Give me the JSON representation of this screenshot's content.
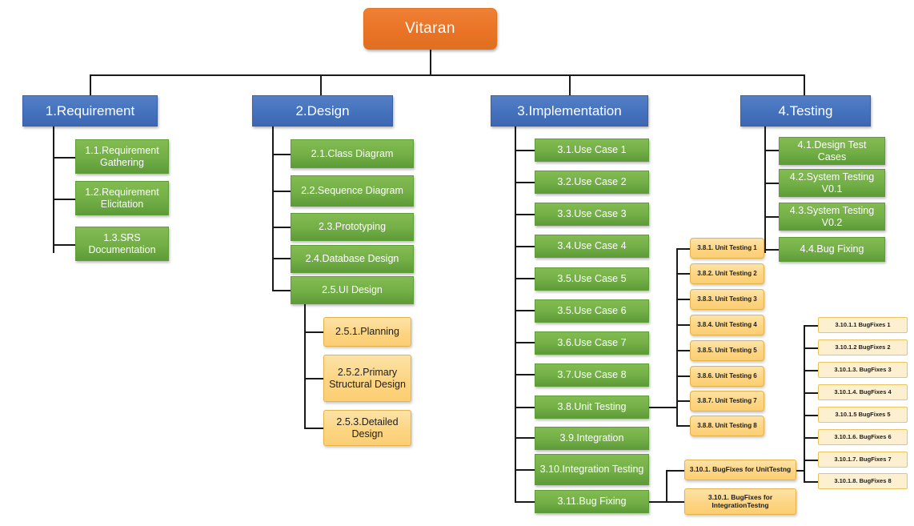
{
  "diagram": {
    "title": "Vitaran",
    "type": "work-breakdown-structure",
    "colors": {
      "root": "#ea7326",
      "level1": "#4674bf",
      "level2": "#74b047",
      "level3": "#fcd583",
      "connector": "#1a1a1a",
      "background": "#ffffff"
    },
    "root": {
      "label": "Vitaran"
    },
    "branches": [
      {
        "label": "1.Requirement",
        "children": [
          {
            "label": "1.1.Requirement Gathering"
          },
          {
            "label": "1.2.Requirement Elicitation"
          },
          {
            "label": "1.3.SRS Documentation"
          }
        ]
      },
      {
        "label": "2.Design",
        "children": [
          {
            "label": "2.1.Class Diagram"
          },
          {
            "label": "2.2.Sequence Diagram"
          },
          {
            "label": "2.3.Prototyping"
          },
          {
            "label": "2.4.Database Design"
          },
          {
            "label": "2.5.UI Design"
          }
        ],
        "subchildren": [
          {
            "label": "2.5.1.Planning"
          },
          {
            "label": "2.5.2.Primary Structural Design"
          },
          {
            "label": "2.5.3.Detailed Design"
          }
        ]
      },
      {
        "label": "3.Implementation",
        "children": [
          {
            "label": "3.1.Use Case 1"
          },
          {
            "label": "3.2.Use Case 2"
          },
          {
            "label": "3.3.Use Case 3"
          },
          {
            "label": "3.4.Use Case 4"
          },
          {
            "label": "3.5.Use Case 5"
          },
          {
            "label": "3.5.Use Case 6"
          },
          {
            "label": "3.6.Use Case 7"
          },
          {
            "label": "3.7.Use Case 8"
          },
          {
            "label": "3.8.Unit Testing"
          },
          {
            "label": "3.9.Integration"
          },
          {
            "label": "3.10.Integration Testing"
          },
          {
            "label": "3.11.Bug Fixing"
          }
        ]
      },
      {
        "label": "4.Testing",
        "children": [
          {
            "label": "4.1.Design Test Cases"
          },
          {
            "label": "4.2.System Testing V0.1"
          },
          {
            "label": "4.3.System Testing V0.2"
          },
          {
            "label": "4.4.Bug Fixing"
          }
        ]
      }
    ],
    "unit_testing_children": [
      {
        "label": "3.8.1. Unit Testing 1"
      },
      {
        "label": "3.8.2. Unit Testing 2"
      },
      {
        "label": "3.8.3. Unit Testing 3"
      },
      {
        "label": "3.8.4. Unit Testing 4"
      },
      {
        "label": "3.8.5. Unit Testing 5"
      },
      {
        "label": "3.8.6. Unit Testing 6"
      },
      {
        "label": "3.8.7. Unit Testing 7"
      },
      {
        "label": "3.8.8. Unit Testing 8"
      }
    ],
    "bug_fixing_children": [
      {
        "label": "3.10.1. BugFixes for UnitTestng"
      },
      {
        "label": "3.10.1. BugFixes for IntegrationTestng"
      }
    ],
    "bugfix_leaves": [
      {
        "label": "3.10.1.1 BugFixes 1"
      },
      {
        "label": "3.10.1.2 BugFixes 2"
      },
      {
        "label": "3.10.1.3. BugFixes 3"
      },
      {
        "label": "3.10.1.4. BugFixes 4"
      },
      {
        "label": "3.10.1.5 BugFixes 5"
      },
      {
        "label": "3.10.1.6. BugFixes 6"
      },
      {
        "label": "3.10.1.7. BugFixes 7"
      },
      {
        "label": "3.10.1.8. BugFixes 8"
      }
    ]
  }
}
